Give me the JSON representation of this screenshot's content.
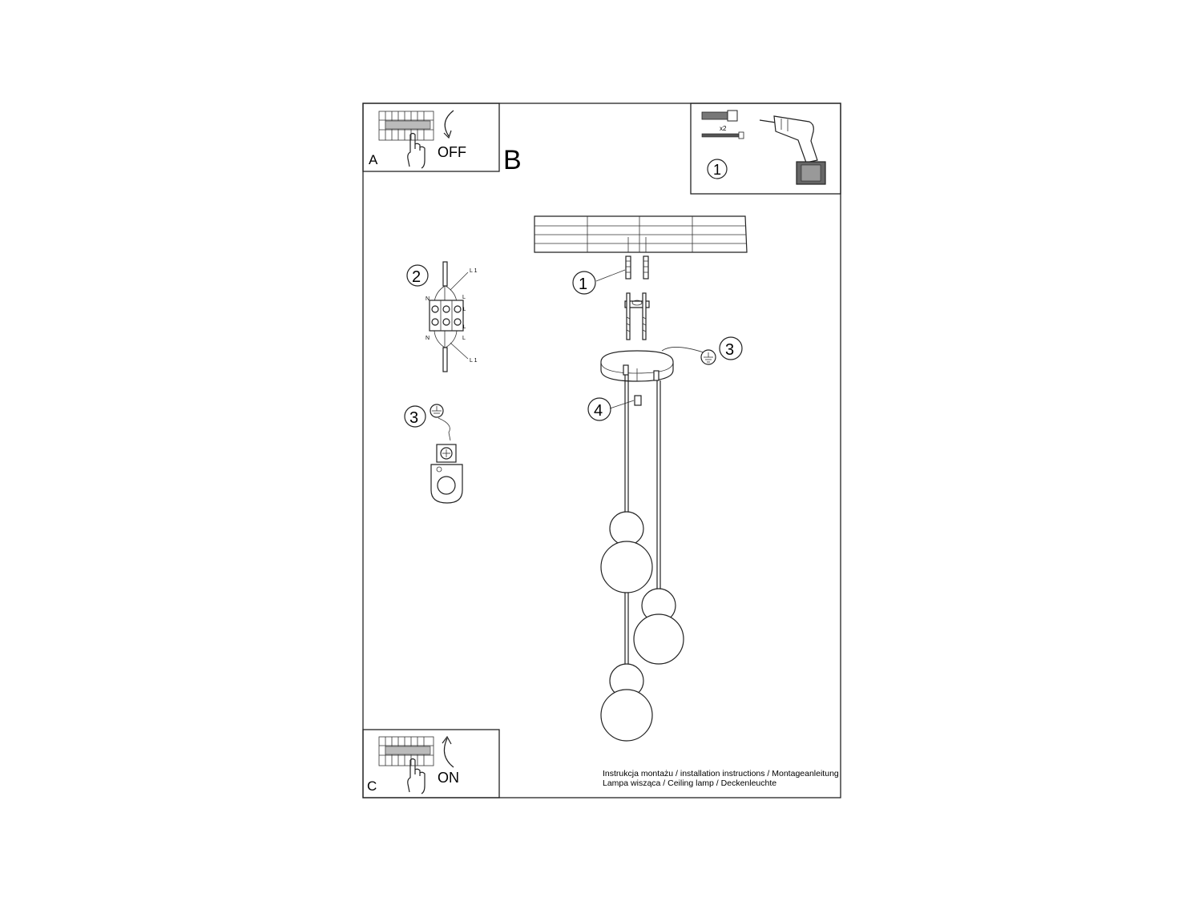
{
  "panels": {
    "a": {
      "letter": "A",
      "switch_label": "OFF"
    },
    "b": {
      "letter": "B"
    },
    "c": {
      "letter": "C",
      "switch_label": "ON"
    }
  },
  "tools": {
    "step": "1",
    "quantity": "x2"
  },
  "callouts": {
    "anchors": "1",
    "wiring": "2",
    "earth": "3",
    "screw": "4"
  },
  "wiring_labels": {
    "n_top": "N",
    "n_bottom": "N",
    "l_top": "L",
    "l_bottom": "L",
    "l1_top": "L 1",
    "l1_bottom": "L 1",
    "l_inner_top": "L",
    "l_inner_bottom": "L"
  },
  "footer": {
    "line1": "Instrukcja montażu / installation instructions / Montageanleitung",
    "line2": "Lampa wisząca / Ceiling lamp / Deckenleuchte"
  }
}
